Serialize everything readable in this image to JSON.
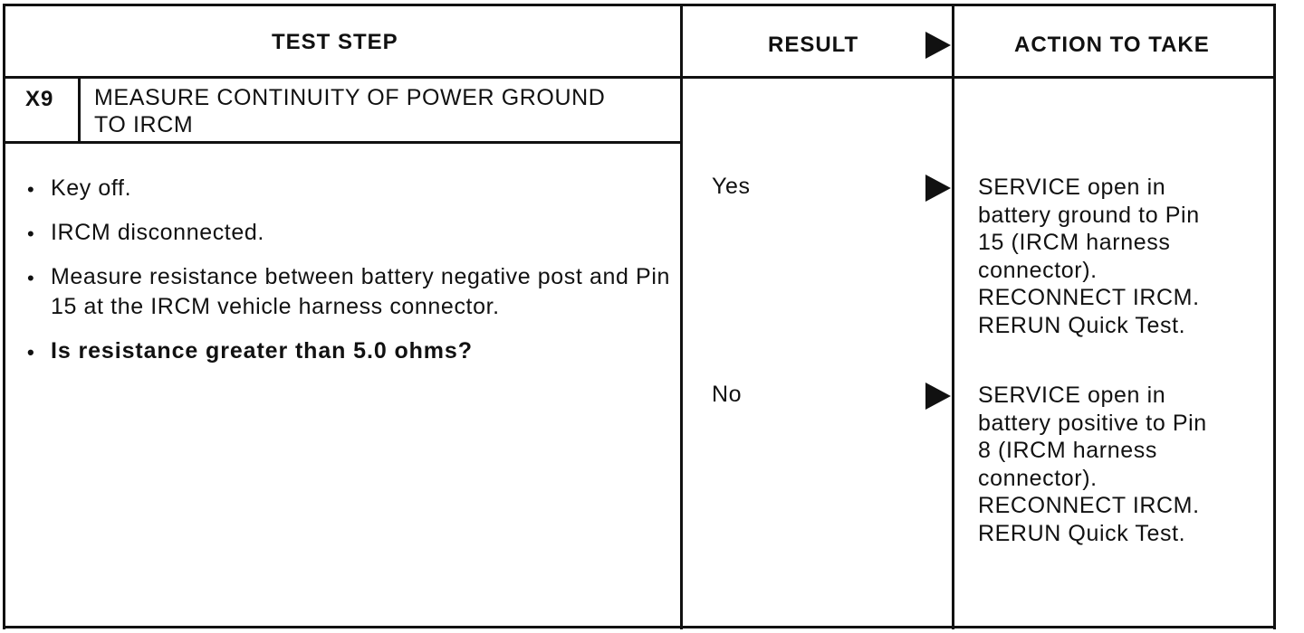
{
  "header": {
    "test_step": "TEST STEP",
    "result": "RESULT",
    "action": "ACTION TO TAKE"
  },
  "step": {
    "id": "X9",
    "title_line1": "MEASURE CONTINUITY OF POWER GROUND",
    "title_line2": "TO IRCM"
  },
  "instructions": [
    "Key off.",
    "IRCM disconnected.",
    "Measure resistance between battery negative post and Pin 15 at the IRCM vehicle harness connector.",
    "Is resistance greater than 5.0 ohms?"
  ],
  "bullet_glyph": "•",
  "results": [
    {
      "label": "Yes",
      "action_lines": [
        "SERVICE open in",
        "battery ground to Pin",
        "15 (IRCM harness",
        "connector).",
        "RECONNECT IRCM.",
        "RERUN Quick Test."
      ]
    },
    {
      "label": "No",
      "action_lines": [
        "SERVICE open in",
        "battery positive to Pin",
        "8 (IRCM harness",
        "connector).",
        "RECONNECT IRCM.",
        "RERUN Quick Test."
      ]
    }
  ]
}
